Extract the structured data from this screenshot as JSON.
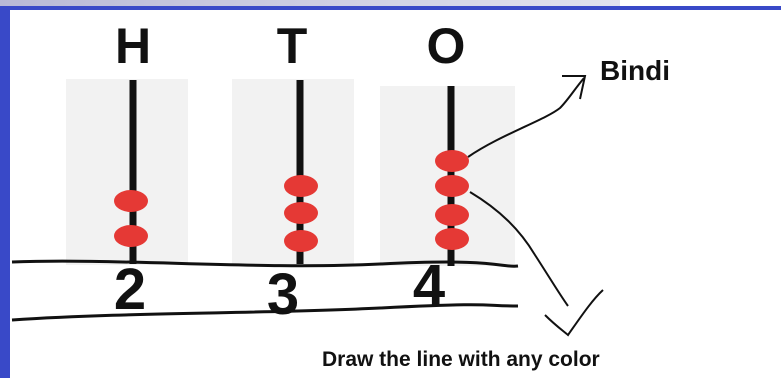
{
  "place_headers": [
    "H",
    "T",
    "O"
  ],
  "rods": [
    {
      "place": "H",
      "beads": 2,
      "digit": "2"
    },
    {
      "place": "T",
      "beads": 3,
      "digit": "3"
    },
    {
      "place": "O",
      "beads": 4,
      "digit": "4"
    }
  ],
  "annotation_label": "Bindi",
  "instruction": "Draw the line with any color",
  "colors": {
    "frame": "#3949c8",
    "bead": "#e53935",
    "rod": "#111111",
    "rod_panel": "#f2f2f2"
  }
}
